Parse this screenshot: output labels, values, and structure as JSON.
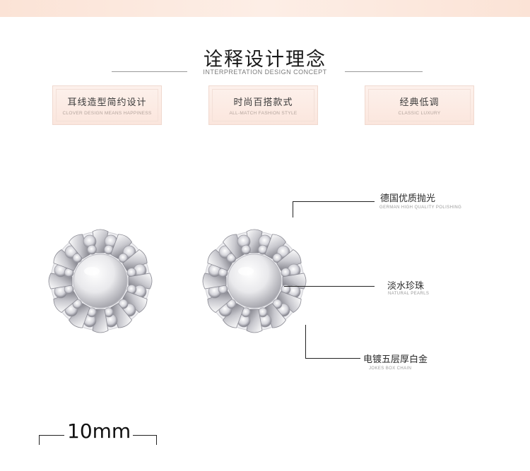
{
  "header": {
    "title": "诠释设计理念",
    "subtitle": "INTERPRETATION DESIGN CONCEPT"
  },
  "features": [
    {
      "zh": "耳线造型简约设计",
      "en": "CLOVER DESIGN MEANS HAPPINESS"
    },
    {
      "zh": "时尚百搭款式",
      "en": "ALL-MATCH FASHION STYLE"
    },
    {
      "zh": "经典低调",
      "en": "CLASSIC LUXURY"
    }
  ],
  "callouts": [
    {
      "zh": "德国优质抛光",
      "en": "GERMAN HIGH QUALITY POLISHING"
    },
    {
      "zh": "淡水珍珠",
      "en": "NATURAL PEARLS"
    },
    {
      "zh": "电镀五层厚白金",
      "en": "JOKES BOX CHAIN"
    }
  ],
  "scale": {
    "label": "10mm"
  },
  "colors": {
    "band": "#fbe3d6",
    "card": "#fbe6dd",
    "accent_text": "#b4a49c"
  }
}
